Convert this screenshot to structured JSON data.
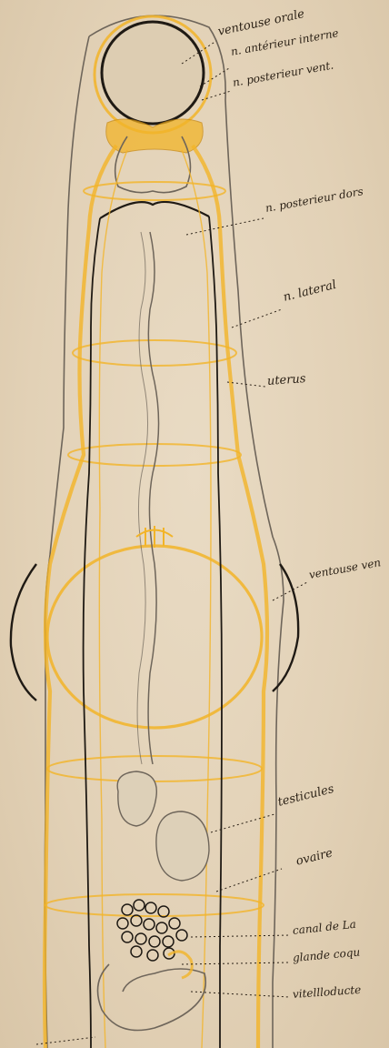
{
  "labels": {
    "ventouse_orale": "ventouse orale",
    "n_anterieur_interne": "n. antérieur interne",
    "n_posterieur_vent": "n. posterieur vent.",
    "n_posterieur_dorsal": "n. posterieur dors",
    "n_lateral": "n. lateral",
    "uterus": "uterus",
    "ventouse_ventrale": "ventouse ven",
    "testicules": "testicules",
    "ovaire": "ovaire",
    "canal_de_laurer": "canal de La",
    "glande_coquilliere": "glande coqu",
    "vitellloducte": "vitellloducte"
  },
  "colors": {
    "paper": "#e3d3b9",
    "nerve": "#f2b428",
    "ink": "#1f1a14",
    "pencil": "#6e655a"
  }
}
